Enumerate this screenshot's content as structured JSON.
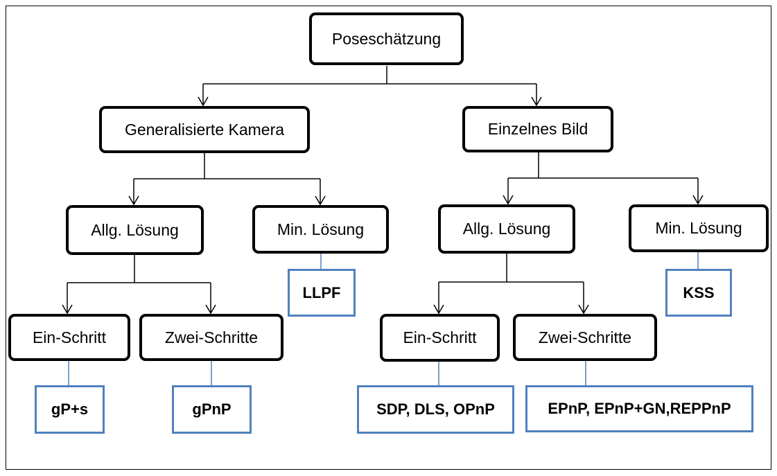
{
  "diagram": {
    "root": "Poseschätzung",
    "left": {
      "label": "Generalisierte Kamera",
      "general": "Allg. Lösung",
      "minimal": "Min. Lösung",
      "one_step": "Ein-Schritt",
      "two_step": "Zwei-Schritte",
      "one_step_methods": "gP+s",
      "two_step_methods": "gPnP",
      "minimal_methods": "LLPF"
    },
    "right": {
      "label": "Einzelnes Bild",
      "general": "Allg. Lösung",
      "minimal": "Min. Lösung",
      "one_step": "Ein-Schritt",
      "two_step": "Zwei-Schritte",
      "one_step_methods": "SDP, DLS, OPnP",
      "two_step_methods": "EPnP, EPnP+GN,REPPnP",
      "minimal_methods": "KSS"
    }
  }
}
